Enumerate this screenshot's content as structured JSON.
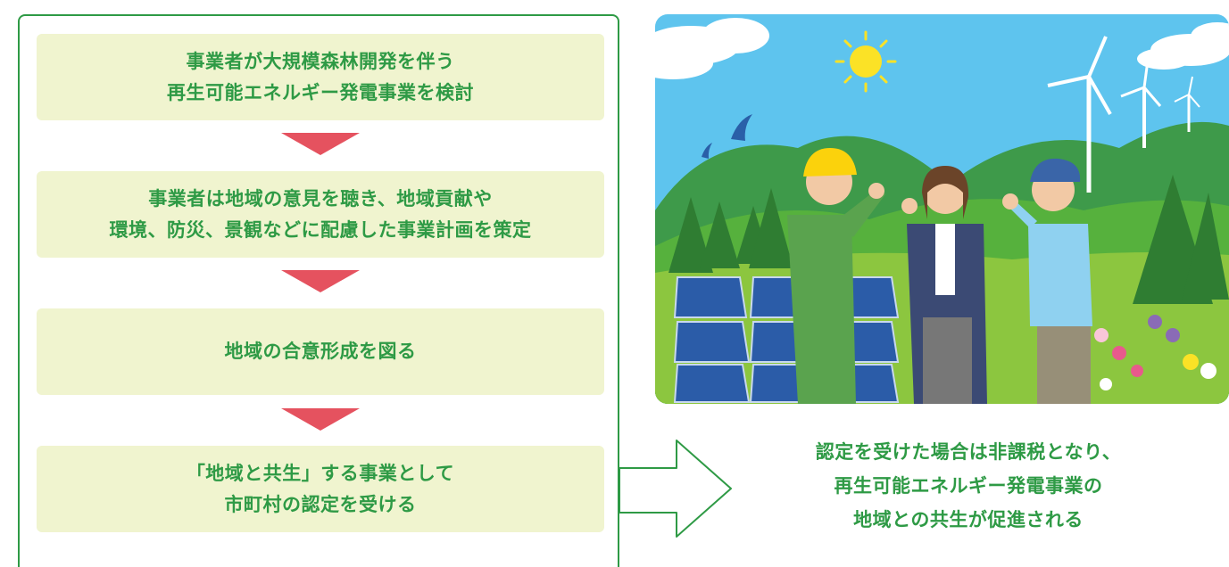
{
  "steps": [
    {
      "lines": [
        "事業者が大規模森林開発を伴う",
        "再生可能エネルギー発電事業を検討"
      ]
    },
    {
      "lines": [
        "事業者は地域の意見を聴き、地域貢献や",
        "環境、防災、景観などに配慮した事業計画を策定"
      ]
    },
    {
      "lines": [
        "地域の合意形成を図る"
      ]
    },
    {
      "lines": [
        "「地域と共生」する事業として",
        "市町村の認定を受ける"
      ]
    }
  ],
  "result": {
    "lines": [
      "認定を受けた場合は非課税となり、",
      "再生可能エネルギー発電事業の",
      "地域との共生が促進される"
    ]
  },
  "colors": {
    "accent_green": "#2e9a45",
    "step_bg": "#f0f4cf",
    "arrow_red": "#e5525f",
    "sky": "#5ec4ee"
  },
  "illustration": {
    "elements": [
      "sun",
      "clouds",
      "birds",
      "wind-turbines",
      "mountains",
      "trees",
      "solar-panels",
      "worker-with-helmet",
      "woman-in-suit",
      "man-with-cap",
      "flowers"
    ]
  }
}
